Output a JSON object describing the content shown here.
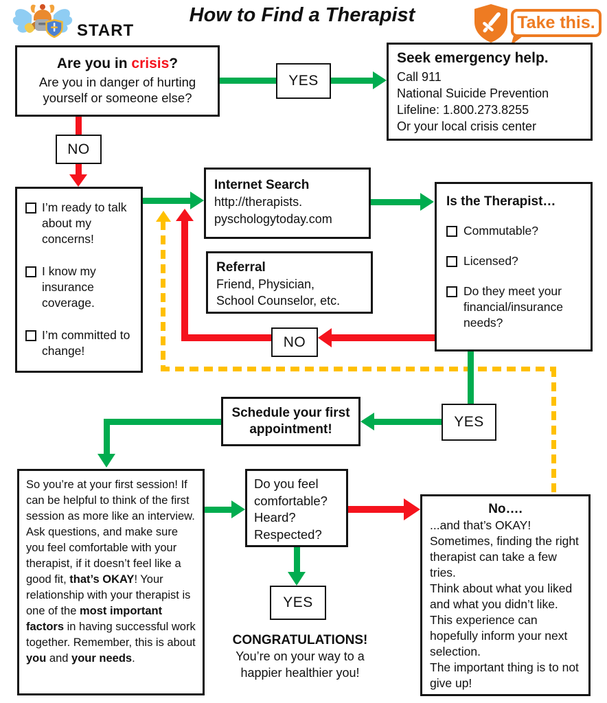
{
  "colors": {
    "green": "#00AC4F",
    "red": "#F5131D",
    "amber": "#FFC000",
    "orange": "#EE7B22",
    "ink": "#141414"
  },
  "header": {
    "start_label": "START",
    "title": "How to Find a Therapist",
    "take_this_label": "Take this."
  },
  "nodes": {
    "crisis": {
      "title_prefix": "Are you in ",
      "title_highlight": "crisis",
      "title_suffix": "?",
      "body": "Are you in danger of hurting yourself or someone else?"
    },
    "yes_top": {
      "label": "YES"
    },
    "emergency": {
      "title": "Seek emergency help.",
      "lines": [
        "Call 911",
        "National Suicide Prevention Lifeline: 1.800.273.8255",
        "Or your local crisis center"
      ]
    },
    "no_top": {
      "label": "NO"
    },
    "readiness": {
      "items": [
        "I’m ready to talk about my concerns!",
        "I know my insurance coverage.",
        "I’m committed to change!"
      ]
    },
    "internet": {
      "title": "Internet Search",
      "lines": [
        "http://therapists.",
        "pyschologytoday.com"
      ]
    },
    "referral": {
      "title": "Referral",
      "lines": [
        "Friend, Physician,",
        "School Counselor, etc."
      ]
    },
    "therapist_check": {
      "title": "Is the Therapist…",
      "items": [
        "Commutable?",
        "Licensed?",
        "Do they meet your financial/insurance needs?"
      ]
    },
    "no_mid": {
      "label": "NO"
    },
    "yes_mid": {
      "label": "YES"
    },
    "schedule": {
      "label": "Schedule your first appointment!"
    },
    "first_session": {
      "segments": [
        {
          "text": "So you’re at your first session! If can be helpful to think of the first session as more like an interview. Ask questions, and make sure you feel comfortable with your therapist, if it doesn’t feel like a good fit, ",
          "bold": false
        },
        {
          "text": "that’s OKAY",
          "bold": true
        },
        {
          "text": "! Your relationship with your therapist is one of the ",
          "bold": false
        },
        {
          "text": "most important factors",
          "bold": true
        },
        {
          "text": " in having successful work together. Remember, this is about ",
          "bold": false
        },
        {
          "text": "you",
          "bold": true
        },
        {
          "text": " and ",
          "bold": false
        },
        {
          "text": "your needs",
          "bold": true
        },
        {
          "text": ".",
          "bold": false
        }
      ]
    },
    "comfort": {
      "body": "Do you feel comfortable? Heard? Respected?"
    },
    "yes_bottom": {
      "label": "YES"
    },
    "congrats": {
      "title": "CONGRATULATIONS!",
      "lines": [
        "You’re on your way to  a",
        "happier healthier you!"
      ]
    },
    "no_okay": {
      "title": "No….",
      "paragraphs": [
        "...and that’s OKAY!",
        "Sometimes, finding the right therapist can take a few tries.",
        "Think about what you liked and what you didn’t like. This experience can hopefully inform your next selection.",
        "The important thing is to not give up!"
      ]
    }
  }
}
